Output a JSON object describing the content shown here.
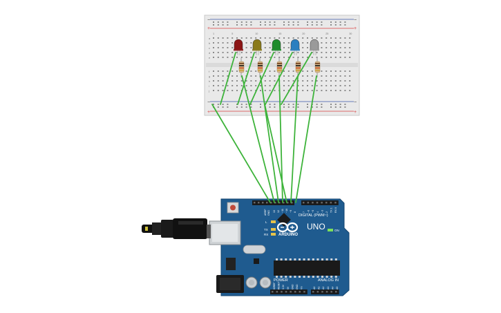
{
  "colors": {
    "wire": "#3db33a",
    "board": "#1f5b8f",
    "breadboard": "#e7e7e7",
    "rail_red": "#d94040",
    "rail_blue": "#3a57a8"
  },
  "breadboard": {
    "rail_plus": "+",
    "rail_minus": "−",
    "col_numbers": [
      "1",
      "5",
      "10",
      "15",
      "20",
      "25",
      "30"
    ],
    "row_letters_top": [
      "a",
      "b",
      "c",
      "d",
      "e"
    ],
    "row_letters_bottom": [
      "f",
      "g",
      "h",
      "i",
      "j"
    ]
  },
  "leds": [
    {
      "color": "#8c1616",
      "name": "red"
    },
    {
      "color": "#8a7a1a",
      "name": "yellow"
    },
    {
      "color": "#1f8c2c",
      "name": "green"
    },
    {
      "color": "#2a7fc0",
      "name": "blue"
    },
    {
      "color": "#9a9a9a",
      "name": "white"
    }
  ],
  "arduino": {
    "brand": "ARDUINO",
    "model": "UNO",
    "digital_label": "DIGITAL (PWM~)",
    "power_label": "POWER",
    "analog_label": "ANALOG IN",
    "on_label": "ON",
    "aref": "AREF",
    "gnd": "GND",
    "pin_labels": [
      "13",
      "12",
      "~11",
      "~10",
      "~9",
      "8",
      "7",
      "~6",
      "~5",
      "4",
      "~3",
      "2",
      "TX 1",
      "RX 0"
    ],
    "power_pins": [
      "IOREF",
      "RESET",
      "3.3V",
      "5V",
      "GND",
      "GND",
      "Vin"
    ],
    "analog_pins": [
      "A0",
      "A1",
      "A2",
      "A3",
      "A4",
      "A5"
    ],
    "indicator_l": "L",
    "indicator_tx": "TX",
    "indicator_rx": "RX"
  },
  "usb_cable": {
    "icon": "usb-plug-icon"
  }
}
